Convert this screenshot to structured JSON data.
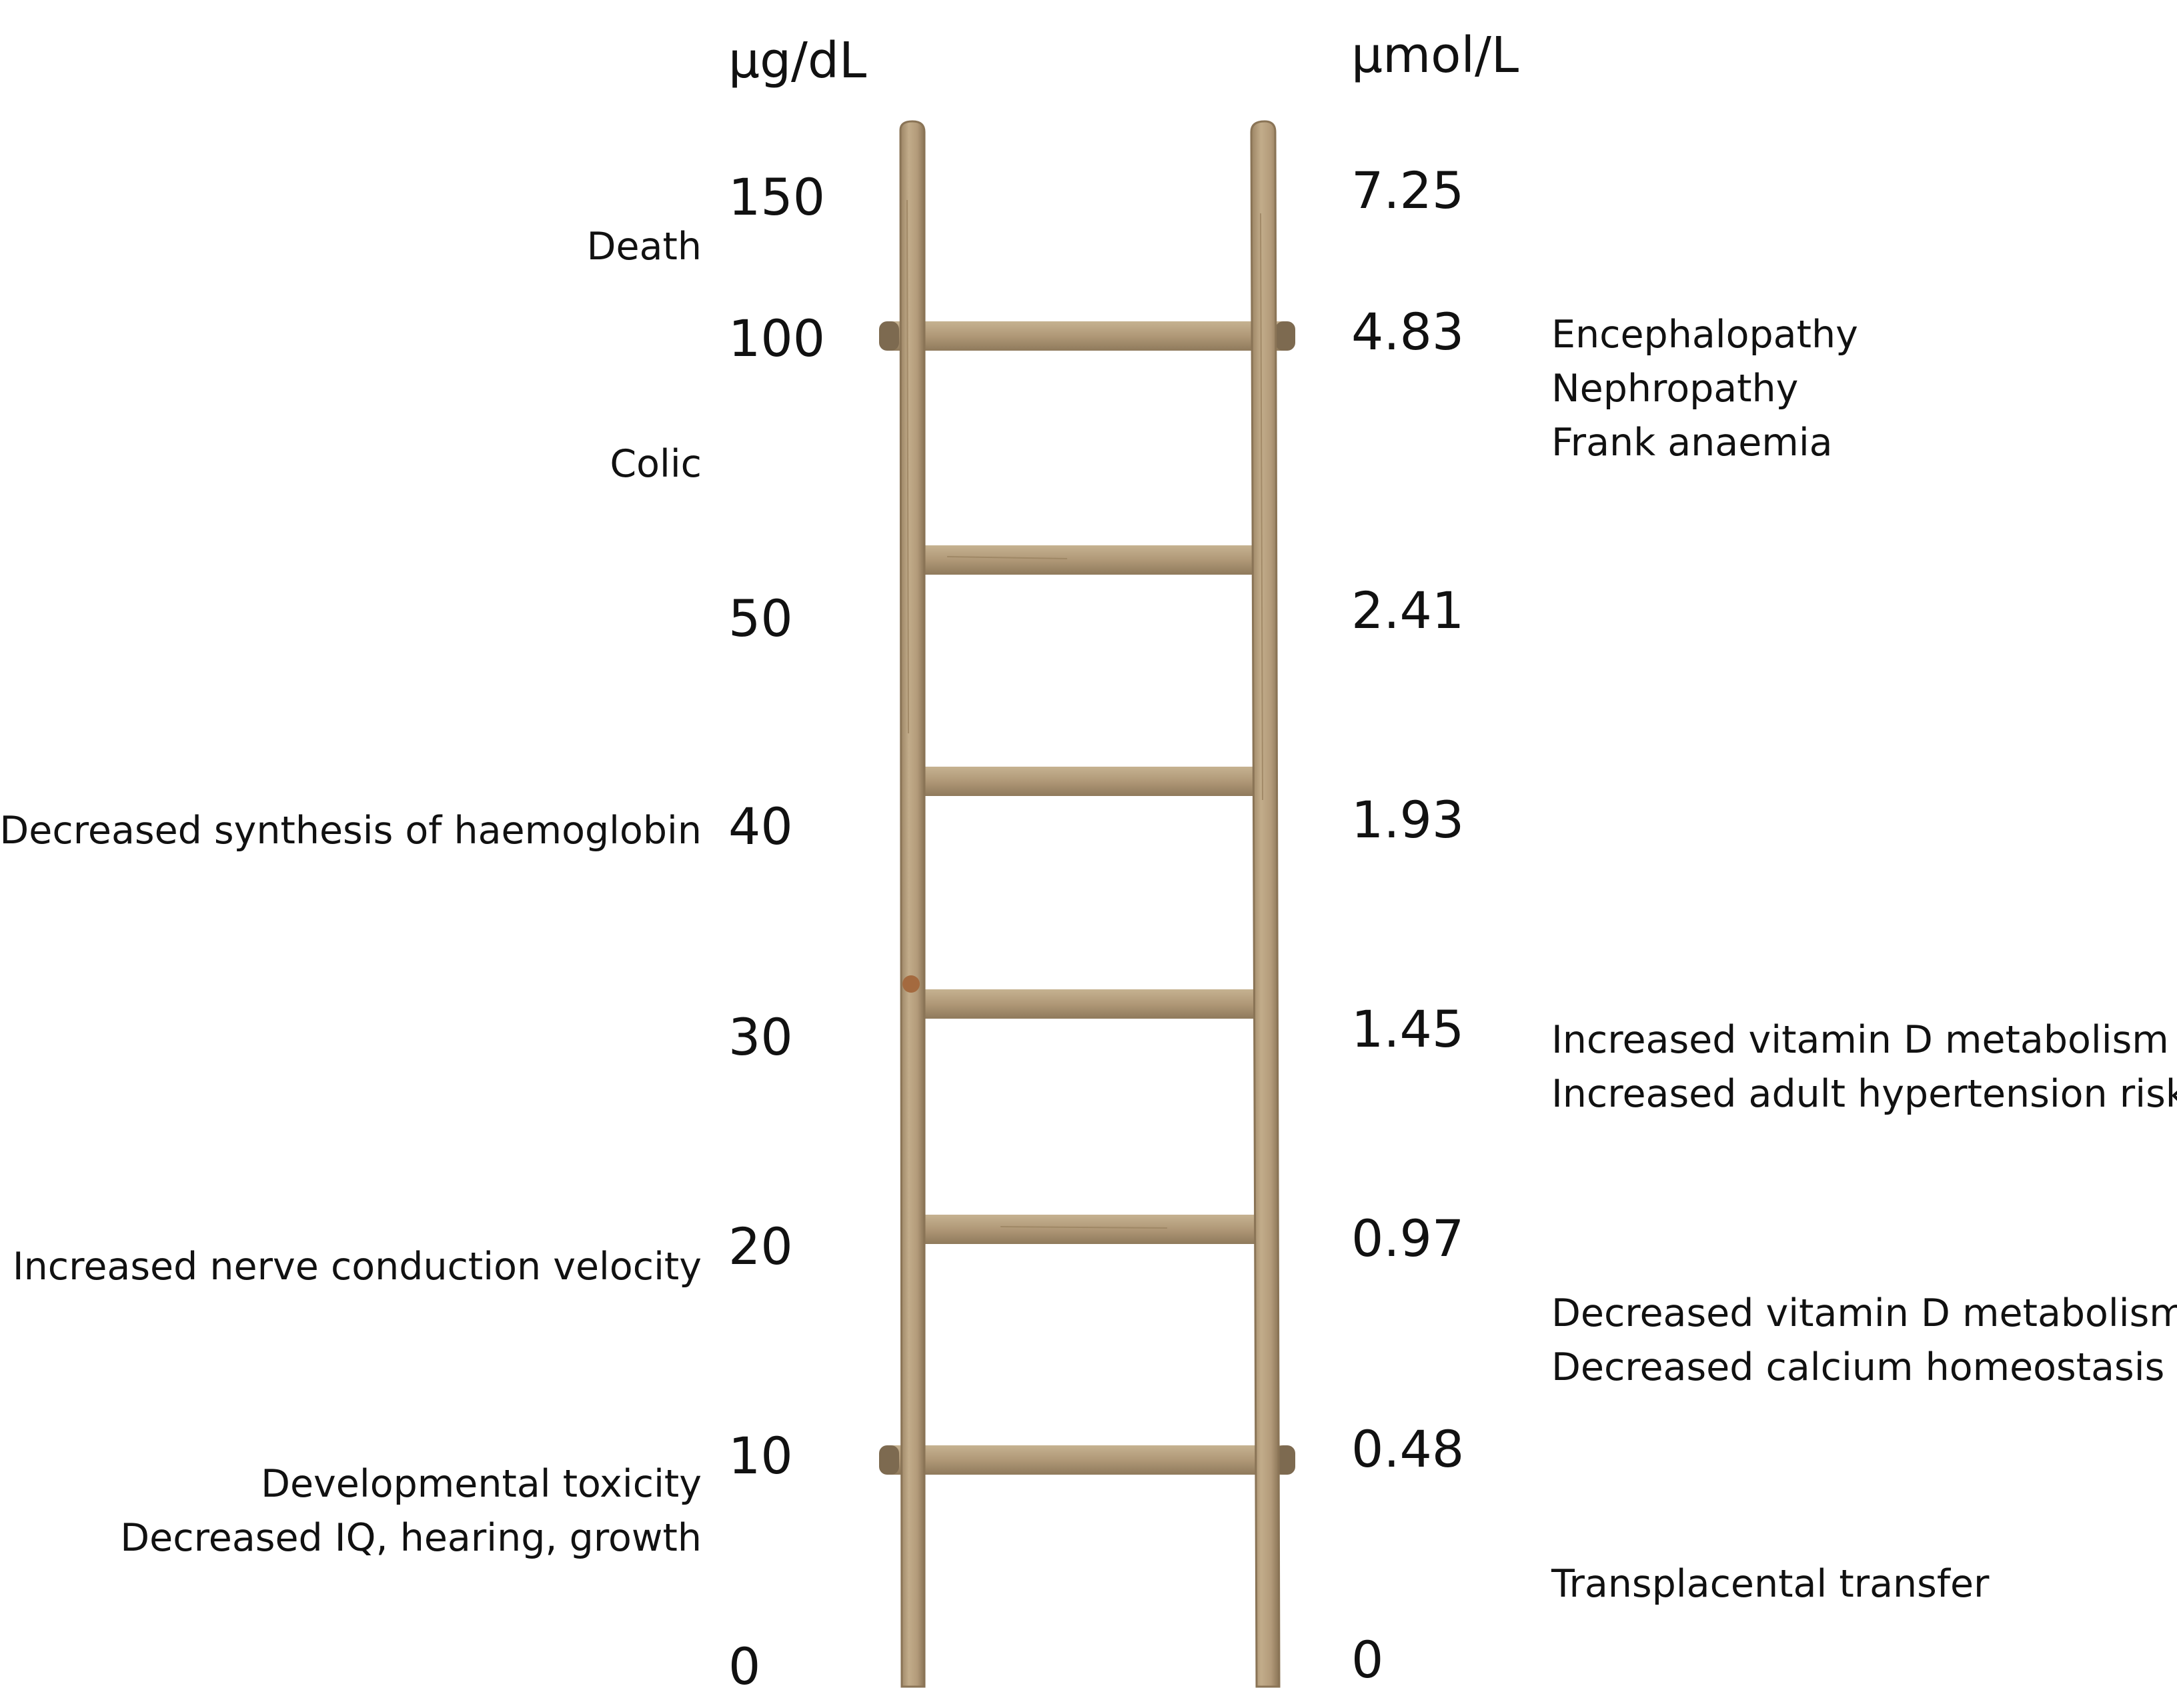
{
  "units": {
    "left": "µg/dL",
    "right": "µmol/L"
  },
  "ticks": {
    "left": [
      "150",
      "100",
      "50",
      "40",
      "30",
      "20",
      "10",
      "0"
    ],
    "right": [
      "7.25",
      "4.83",
      "2.41",
      "1.93",
      "1.45",
      "0.97",
      "0.48",
      "0"
    ]
  },
  "effects_left": {
    "death": [
      "Death"
    ],
    "colic": [
      "Colic"
    ],
    "haemoglobin": [
      "Decreased synthesis of haemoglobin"
    ],
    "nerve": [
      "Increased nerve conduction velocity"
    ],
    "developmental": [
      "Developmental toxicity",
      "Decreased IQ, hearing, growth"
    ]
  },
  "effects_right": {
    "encephalopathy": [
      "Encephalopathy",
      "Nephropathy",
      "Frank anaemia"
    ],
    "vitamin_d_increase": [
      "Increased vitamin D metabolism",
      "Increased adult hypertension risk"
    ],
    "vitamin_d_decrease": [
      "Decreased vitamin D metabolism",
      "Decreased calcium homeostasis"
    ],
    "transplacental": [
      "Transplacental transfer"
    ]
  },
  "colors": {
    "wood": "#b39b7a",
    "wood_dark": "#8f7a5c",
    "wood_light": "#c9b595",
    "text": "#111111"
  }
}
